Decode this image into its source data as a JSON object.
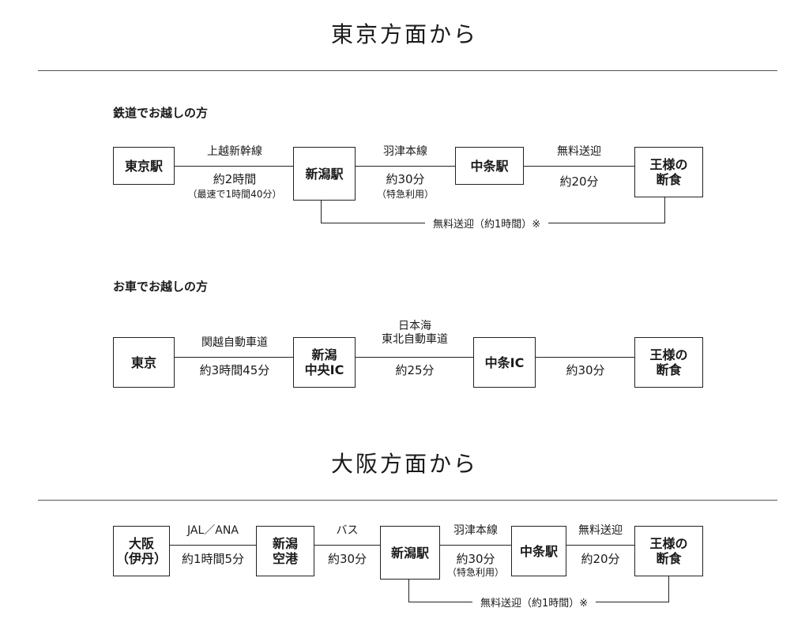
{
  "tokyo": {
    "title": "東京方面から",
    "rail": {
      "heading": "鉄道でお越しの方",
      "stations": [
        "東京駅",
        "新潟駅",
        "中条駅",
        "王様の\n断食"
      ],
      "legs": [
        {
          "route": "上越新幹線",
          "time": "約2時間",
          "note": "（最速で1時間40分）"
        },
        {
          "route": "羽津本線",
          "time": "約30分",
          "note": "（特急利用）"
        },
        {
          "route": "無料送迎",
          "time": "約20分",
          "note": ""
        }
      ],
      "loop": "無料送迎（約1時間）※"
    },
    "car": {
      "heading": "お車でお越しの方",
      "stations": [
        "東京",
        "新潟\n中央IC",
        "中条IC",
        "王様の\n断食"
      ],
      "legs": [
        {
          "route": "関越自動車道",
          "time": "約3時間45分"
        },
        {
          "route": "日本海\n東北自動車道",
          "time": "約25分"
        },
        {
          "route": "",
          "time": "約30分"
        }
      ]
    }
  },
  "osaka": {
    "title": "大阪方面から",
    "stations": [
      "大阪\n（伊丹）",
      "新潟\n空港",
      "新潟駅",
      "中条駅",
      "王様の\n断食"
    ],
    "legs": [
      {
        "route": "JAL／ANA",
        "time": "約1時間5分",
        "note": ""
      },
      {
        "route": "バス",
        "time": "約30分",
        "note": ""
      },
      {
        "route": "羽津本線",
        "time": "約30分",
        "note": "（特急利用）"
      },
      {
        "route": "無料送迎",
        "time": "約20分",
        "note": ""
      }
    ],
    "loop": "無料送迎（約1時間）※"
  }
}
